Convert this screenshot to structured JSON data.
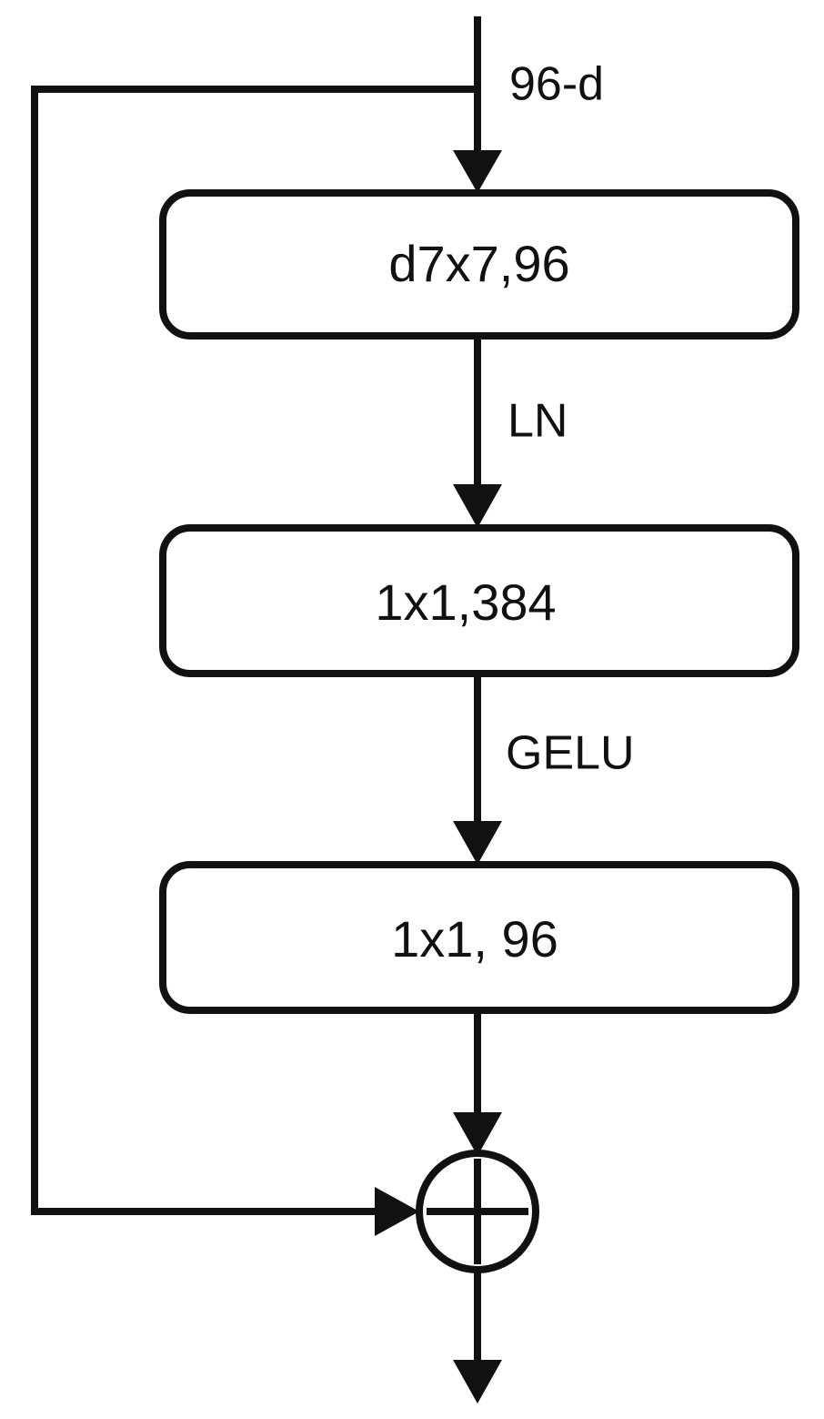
{
  "diagram": {
    "input_label": "96-d",
    "blocks": [
      {
        "label": "d7x7,96"
      },
      {
        "label": "1x1,384"
      },
      {
        "label": "1x1, 96"
      }
    ],
    "edges": [
      {
        "label": "LN"
      },
      {
        "label": "GELU"
      }
    ],
    "merge_symbol": "plus"
  },
  "colors": {
    "stroke": "#111111",
    "background": "#ffffff"
  }
}
